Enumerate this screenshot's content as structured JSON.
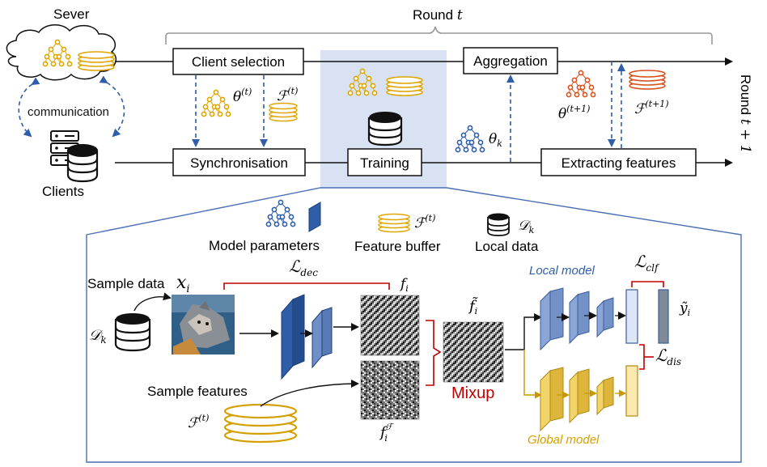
{
  "top": {
    "server_label": "Sever",
    "clients_label": "Clients",
    "communication_label": "communication",
    "round_label": "Round",
    "round_var": "t",
    "next_round_label": "Round",
    "next_round_var": "t + 1"
  },
  "process": {
    "client_selection": "Client selection",
    "aggregation": "Aggregation",
    "synchronisation": "Synchronisation",
    "training": "Training",
    "extracting_features": "Extracting features"
  },
  "symbols": {
    "theta_t": "θ",
    "theta_t_sup": "(t)",
    "F_t": "ℱ",
    "F_t_sup": "(t)",
    "theta_k": "θ",
    "theta_k_sub": "k",
    "theta_t1": "θ",
    "theta_t1_sup": "(t+1)",
    "F_t1": "ℱ",
    "F_t1_sup": "(t+1)"
  },
  "legend": {
    "model_parameters": "Model parameters",
    "feature_buffer": "Feature buffer",
    "local_data": "Local data",
    "F_sym": "ℱ",
    "F_sup": "(t)",
    "D_sym": "𝒟",
    "D_sub": "k"
  },
  "detail": {
    "sample_data": "Sample data",
    "x_i": "x",
    "x_sub": "i",
    "D_k": "𝒟",
    "D_k_sub": "k",
    "L_dec": "ℒ",
    "L_dec_sub": "dec",
    "f_i": "f",
    "f_i_sub": "i",
    "f_tilde": "f̃",
    "f_tilde_sub": "i",
    "sample_features": "Sample features",
    "F_sym": "ℱ",
    "F_sup": "(t)",
    "fF": "f",
    "fF_sub": "i",
    "fF_sup": "ℱ",
    "mixup": "Mixup",
    "local_model": "Local model",
    "global_model": "Global model",
    "L_clf": "ℒ",
    "L_clf_sub": "clf",
    "L_dis": "ℒ",
    "L_dis_sub": "dis",
    "y_tilde": "ỹ",
    "y_sub": "i"
  },
  "colors": {
    "network_orange": "#e0a600",
    "network_blue": "#2f5ea8",
    "network_red_orange": "#d9531e",
    "highlight_blue": "#d9e2f2",
    "red_bracket": "#c00000",
    "local_blue": "#6f8fc8",
    "global_gold": "#d8ae2a"
  }
}
